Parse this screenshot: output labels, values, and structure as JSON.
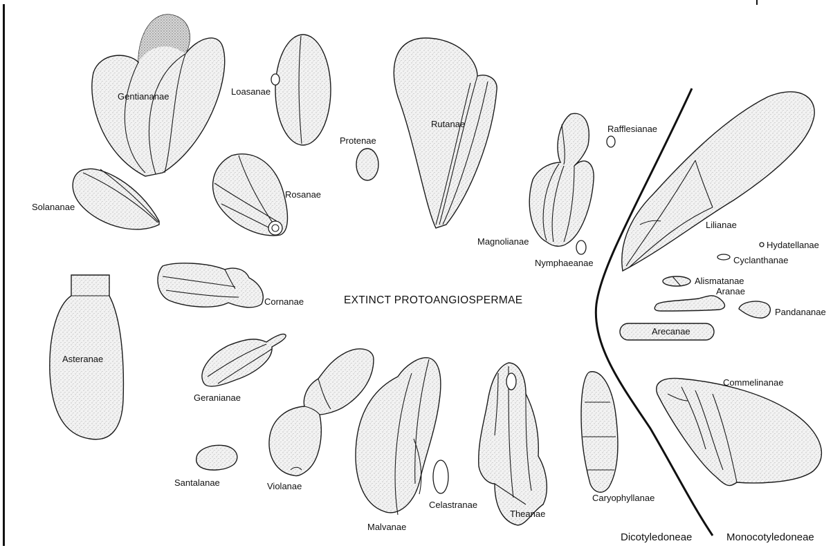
{
  "center_label": "EXTINCT PROTOANGIOSPERMAE",
  "division_labels": {
    "left": "Dicotyledoneae",
    "right": "Monocotyledoneae"
  },
  "taxa": {
    "gentiananae": "Gentiananae",
    "loasanae": "Loasanae",
    "protenae": "Protenae",
    "rutanae": "Rutanae",
    "rafflesianae": "Rafflesianae",
    "solananae": "Solananae",
    "rosanae": "Rosanae",
    "magnolianae": "Magnolianae",
    "nymphaeanae": "Nymphaeanae",
    "lilianae": "Lilianae",
    "hydatellanae": "Hydatellanae",
    "cyclanthanae": "Cyclanthanae",
    "alismatanae": "Alismatanae",
    "aranae": "Aranae",
    "pandananae": "Pandananae",
    "arecanae": "Arecanae",
    "asteranae": "Asteranae",
    "cornanae": "Cornanae",
    "geranianae": "Geranianae",
    "commelinanae": "Commelinanae",
    "santalanae": "Santalanae",
    "violanae": "Violanae",
    "malvanae": "Malvanae",
    "celastranae": "Celastranae",
    "theanae": "Theanae",
    "caryophyllanae": "Caryophyllanae"
  }
}
